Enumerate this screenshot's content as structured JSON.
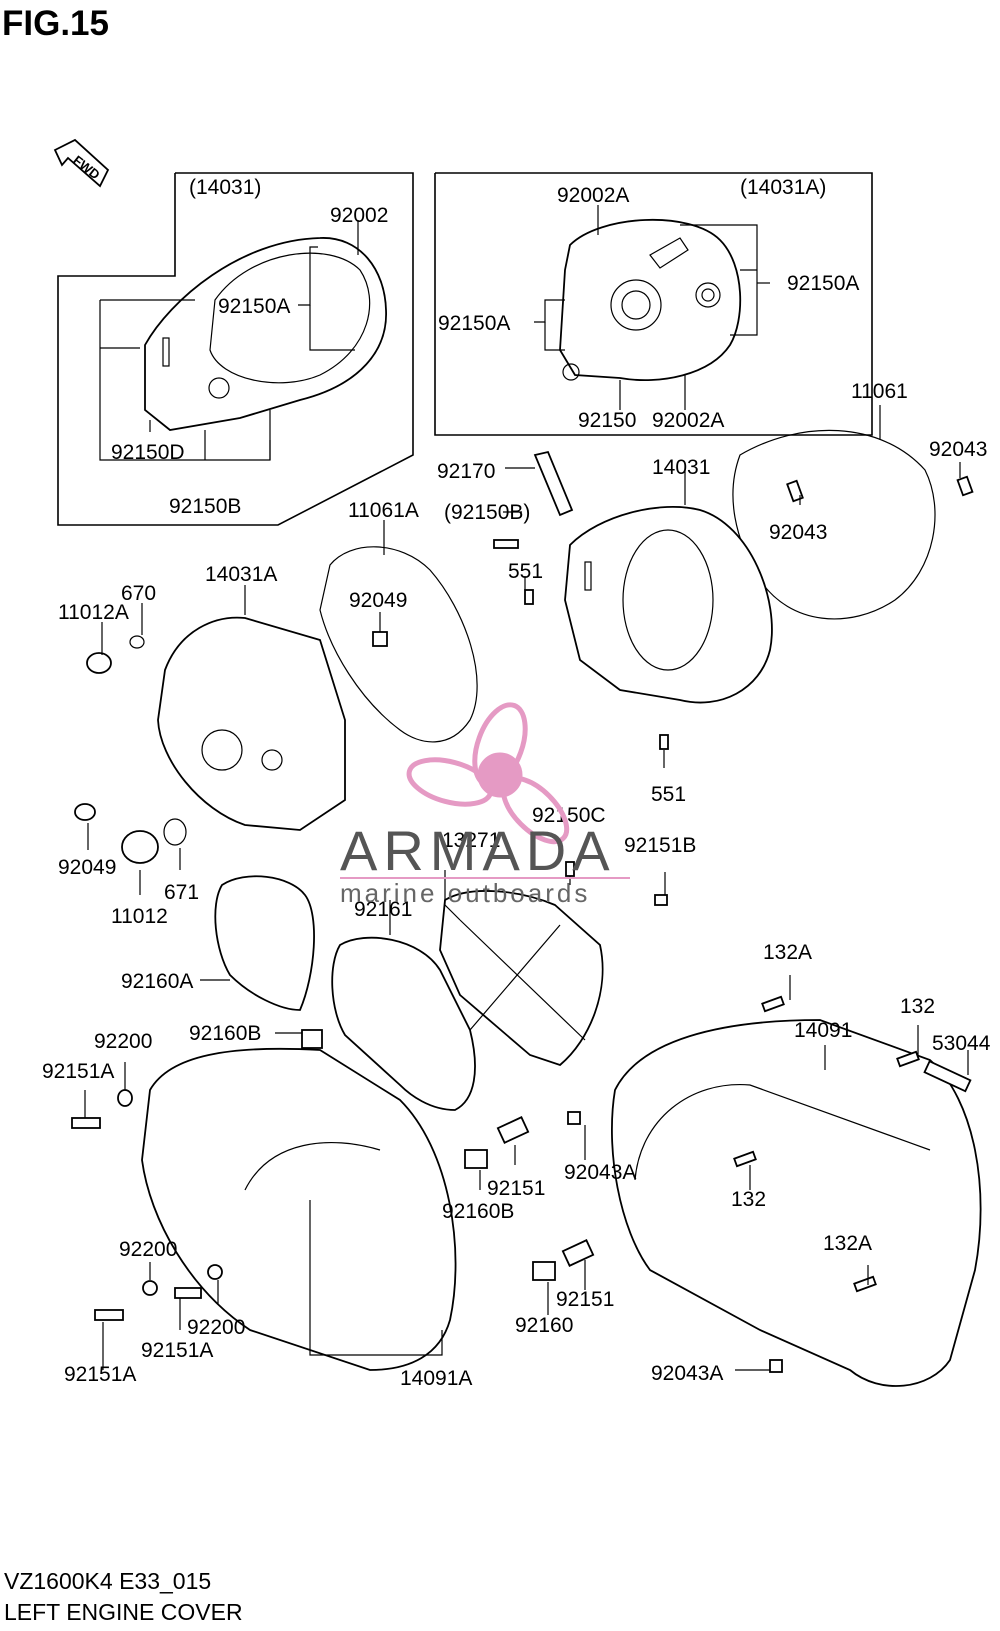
{
  "figure_title": "FIG.15",
  "fwd_label": "FWD",
  "footer": {
    "code": "VZ1600K4 E33_015",
    "name": "LEFT ENGINE COVER"
  },
  "watermark": {
    "brand": "ARMADA",
    "sub": "marine outboards",
    "color": "#e59ac4"
  },
  "parts": {
    "p14031_box": "(14031)",
    "p92002": "92002",
    "p92150A_l": "92150A",
    "p92150D": "92150D",
    "p92150B": "92150B",
    "p14031A_box": "(14031A)",
    "p92002A_t": "92002A",
    "p92150A_r1": "92150A",
    "p92150A_r2": "92150A",
    "p92150": "92150",
    "p92002A_b": "92002A",
    "p11061": "11061",
    "p92043_r": "92043",
    "p92043_m": "92043",
    "p92170": "92170",
    "p14031": "14031",
    "p92150B_p": "(92150B)",
    "p551_a": "551",
    "p551_b": "551",
    "p11061A": "11061A",
    "p92049_a": "92049",
    "p14031A": "14031A",
    "p670": "670",
    "p11012A": "11012A",
    "p92049_b": "92049",
    "p671": "671",
    "p11012": "11012",
    "p92150C": "92150C",
    "p13271": "13271",
    "p92151B": "92151B",
    "p92161": "92161",
    "p92160A": "92160A",
    "p132A_t": "132A",
    "p132_t": "132",
    "p14091": "14091",
    "p53044": "53044",
    "p92200_a": "92200",
    "p92160B_a": "92160B",
    "p92151A_a": "92151A",
    "p92151_a": "92151",
    "p92043A_a": "92043A",
    "p92160B_b": "92160B",
    "p132_m": "132",
    "p132A_m": "132A",
    "p92200_b": "92200",
    "p92151_b": "92151",
    "p92200_c": "92200",
    "p92151A_b": "92151A",
    "p92160": "92160",
    "p92151A_c": "92151A",
    "p14091A": "14091A",
    "p92043A_b": "92043A"
  }
}
